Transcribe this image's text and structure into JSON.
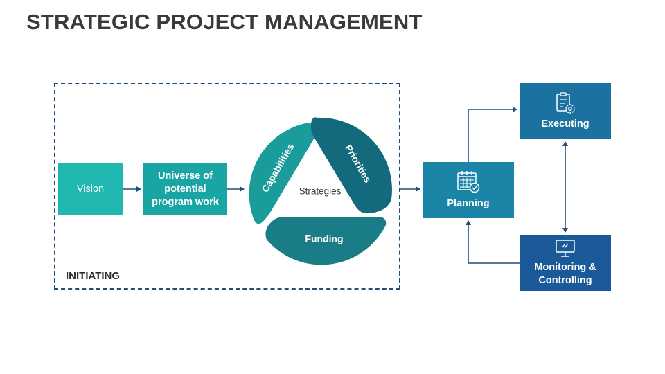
{
  "title": "STRATEGIC PROJECT MANAGEMENT",
  "initiating": {
    "label": "INITIATING",
    "vision": "Vision",
    "universe": "Universe of potential program work",
    "cycle": {
      "center": "Strategies",
      "segments": [
        "Capabilities",
        "Priorities",
        "Funding"
      ]
    }
  },
  "process": {
    "planning": "Planning",
    "executing": "Executing",
    "monitoring": "Monitoring & Controlling"
  },
  "icons": {
    "planning": "calendar-check-icon",
    "executing": "clipboard-gear-icon",
    "monitoring": "monitor-icon"
  },
  "colors": {
    "vision": "#1fb7b0",
    "universe": "#1aa5a5",
    "capabilities": "#1a9c9a",
    "priorities": "#136a7c",
    "funding": "#1a7c86",
    "planning": "#1b85a8",
    "executing": "#1b72a0",
    "monitoring": "#1b5a98",
    "arrows": "#1f4e79"
  }
}
